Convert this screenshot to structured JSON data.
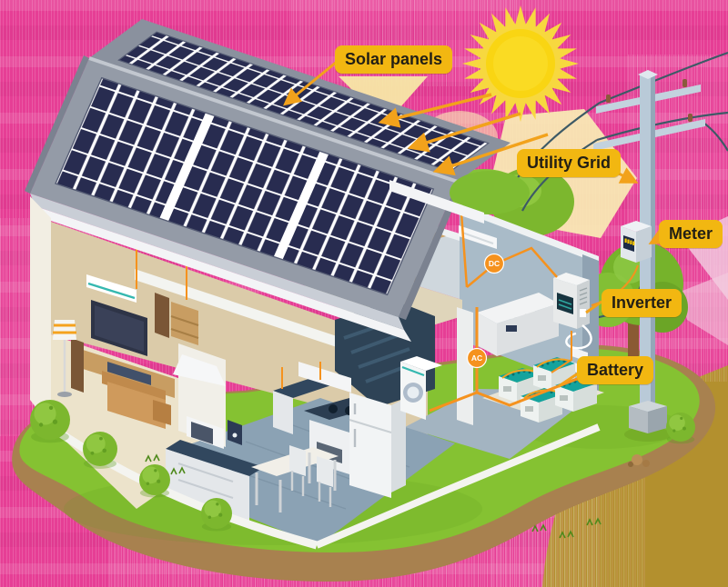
{
  "callouts": [
    {
      "id": "solar-panels",
      "label": "Solar panels"
    },
    {
      "id": "utility-grid",
      "label": "Utility Grid"
    },
    {
      "id": "meter",
      "label": "Meter"
    },
    {
      "id": "inverter",
      "label": "Inverter"
    },
    {
      "id": "battery",
      "label": "Battery"
    }
  ],
  "badges": {
    "dc": "DC",
    "ac": "AC"
  },
  "colors": {
    "background_pink": "#e63e95",
    "label_yellow": "#f2b711",
    "label_text": "#221f15",
    "arrow_orange": "#f2a21b",
    "wire_orange": "#f5921e",
    "sun_core": "#f9d513",
    "sun_rays": "#f7d83f",
    "roof_gray": "#949ba7",
    "panel_navy": "#282c50",
    "wall_cream": "#f2eee3",
    "interior_beige": "#dbcba9",
    "garage_wall": "#a9bbc8",
    "kitchen_floor": "#8ba2b4",
    "grass_green": "#85c232",
    "rim_brown": "#a8814f",
    "foliage_green": "#7cb72e",
    "pole_gray": "#b9cad8",
    "battery_teal": "#14a39d",
    "dark_wire": "#3d5a66",
    "tan_corner": "#b3902e",
    "glow_yellow": "#f8edb4"
  }
}
